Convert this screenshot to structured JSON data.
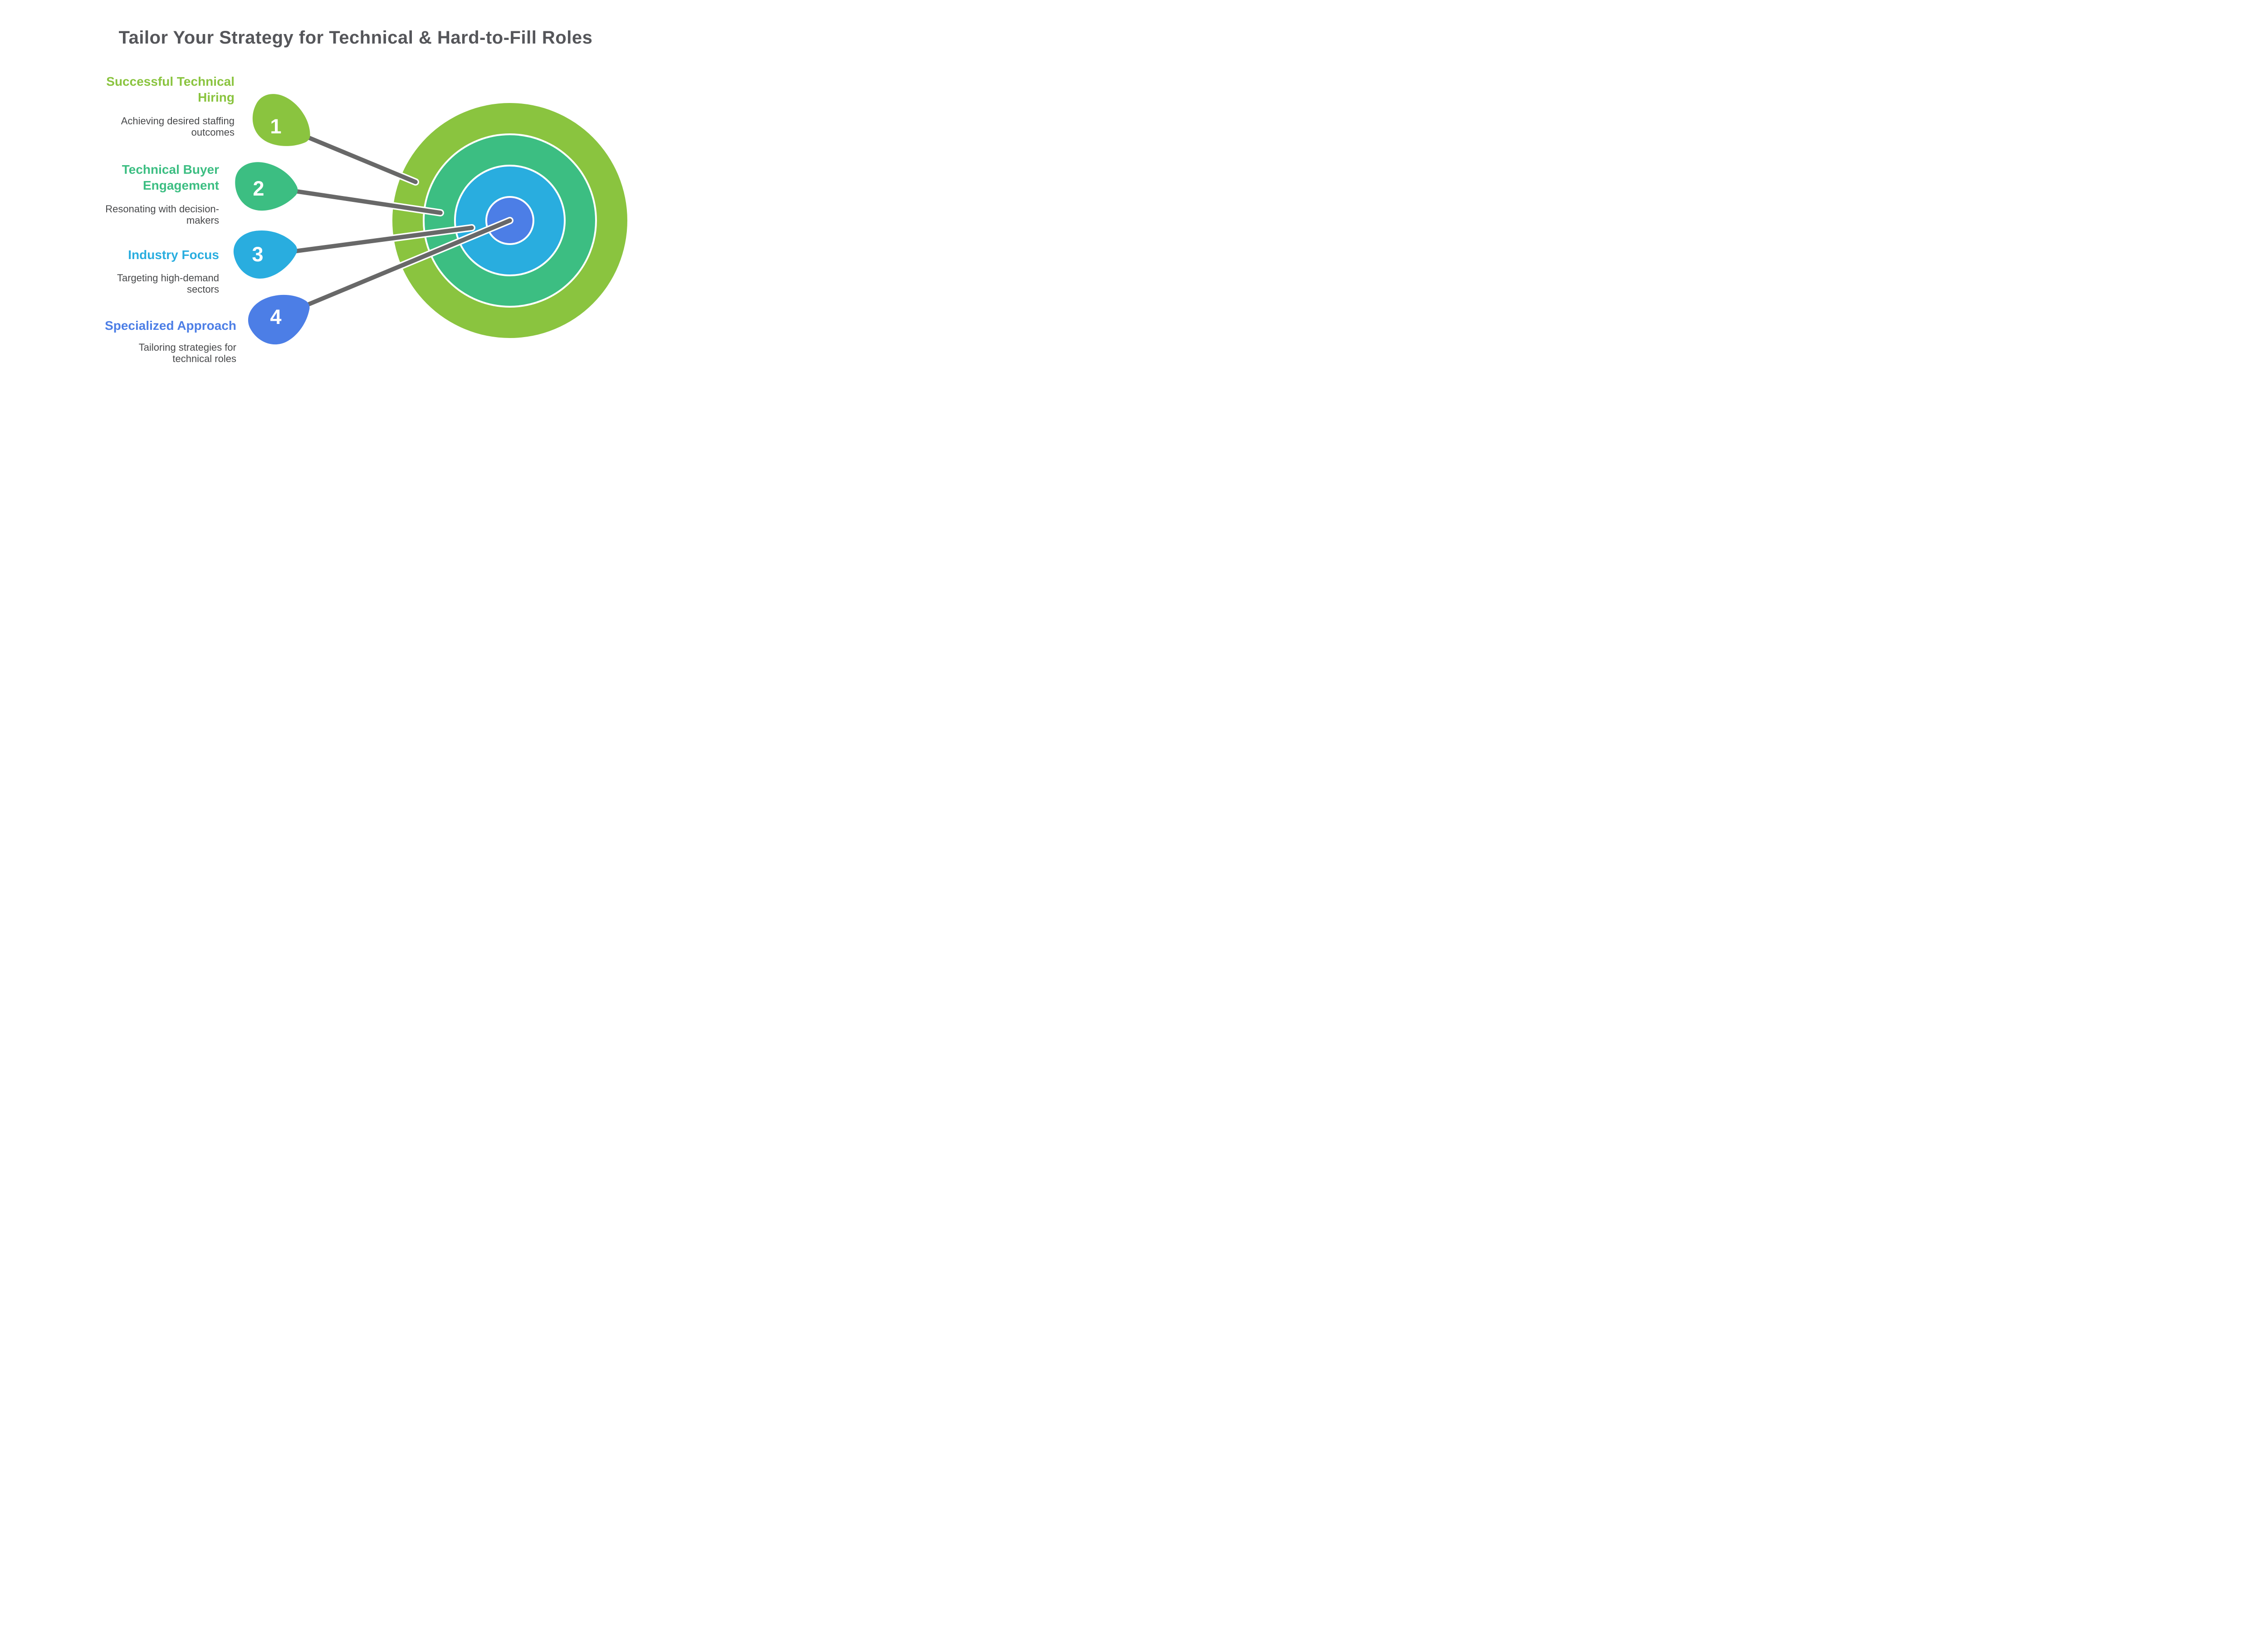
{
  "title": "Tailor Your Strategy for Technical & Hard-to-Fill Roles",
  "items": [
    {
      "number": "1",
      "title_lines": [
        "Successful Technical",
        "Hiring"
      ],
      "desc_lines": [
        "Achieving desired staffing",
        "outcomes"
      ],
      "color_name": "green"
    },
    {
      "number": "2",
      "title_lines": [
        "Technical Buyer",
        "Engagement"
      ],
      "desc_lines": [
        "Resonating with decision-",
        "makers"
      ],
      "color_name": "teal"
    },
    {
      "number": "3",
      "title_lines": [
        "Industry Focus"
      ],
      "desc_lines": [
        "Targeting high-demand",
        "sectors"
      ],
      "color_name": "cyan"
    },
    {
      "number": "4",
      "title_lines": [
        "Specialized Approach"
      ],
      "desc_lines": [
        "Tailoring strategies for",
        "technical roles"
      ],
      "color_name": "blue"
    }
  ],
  "target": {
    "rings_outer_to_center": [
      "green",
      "teal",
      "cyan",
      "blue"
    ],
    "darts_hit_ring": {
      "1": "outer green ring",
      "2": "teal ring",
      "3": "cyan ring edge",
      "4": "blue bullseye center"
    }
  },
  "colors": {
    "green": "#8AC43F",
    "teal": "#3CBE82",
    "cyan": "#29ADDF",
    "blue": "#4C7EE6",
    "dart": "#686868",
    "casing": "#ffffff",
    "title_text": "#55565A",
    "body_text": "#47484A",
    "number_text": "#ffffff",
    "bg": "#ffffff"
  }
}
